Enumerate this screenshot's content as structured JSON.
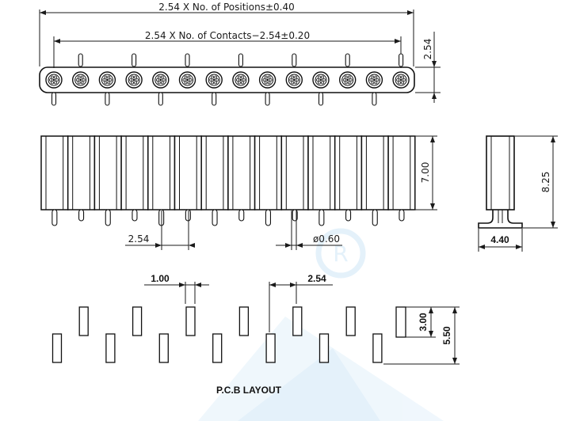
{
  "watermark": {
    "text": "R",
    "color": "#d9ecfa"
  },
  "dims": {
    "positions": "2.54 X No. of Positions±0.40",
    "contacts": "2.54 X No. of Contacts−2.54±0.20",
    "pitch_top": "2.54",
    "pitch_front": "2.54",
    "pin_diameter": "ø0.60",
    "height": "7.00",
    "side_height": "8.25",
    "side_width": "4.40",
    "pcb_pad_width": "1.00",
    "pcb_pitch": "2.54",
    "pcb_pad_length": "3.00",
    "pcb_row_span": "5.50"
  },
  "pcb_title": "P.C.B LAYOUT",
  "counts": {
    "positions": 14
  }
}
